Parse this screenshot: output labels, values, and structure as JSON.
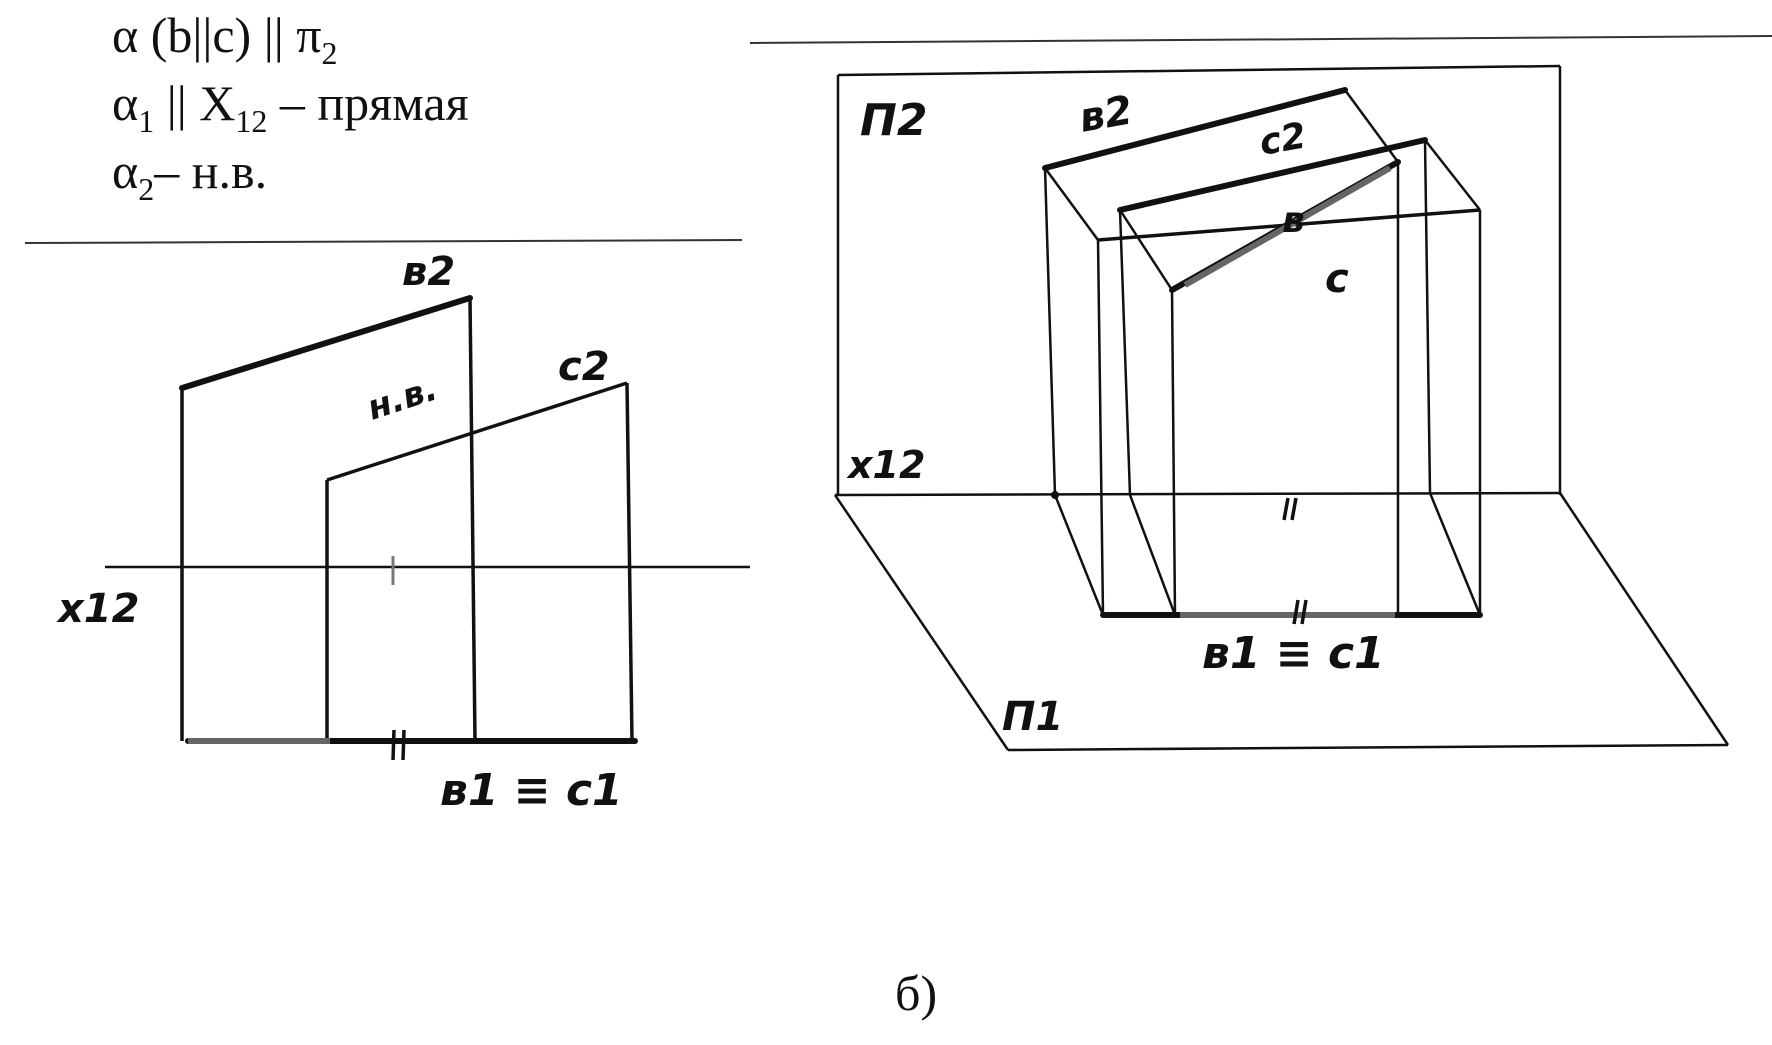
{
  "formulas": {
    "line1": {
      "main": "α (b||c) || π",
      "sub": "2"
    },
    "line2": {
      "a": "α",
      "a_sub": "1",
      "mid": " || X",
      "mid_sub": "12",
      "tail": " – прямая"
    },
    "line3": {
      "a": "α",
      "a_sub": "2",
      "tail": "– н.в."
    }
  },
  "left_drawing": {
    "b2": "в2",
    "c2": "с2",
    "nv": "н.в.",
    "axis": "x12",
    "b1c1": "в1 ≡ с1"
  },
  "right_drawing": {
    "pi2": "П2",
    "pi1": "П1",
    "axis": "x12",
    "b2": "в2",
    "c2": "с2",
    "b": "в",
    "c": "с",
    "b1c1": "в1 ≡ с1"
  },
  "figure_label": "б)"
}
